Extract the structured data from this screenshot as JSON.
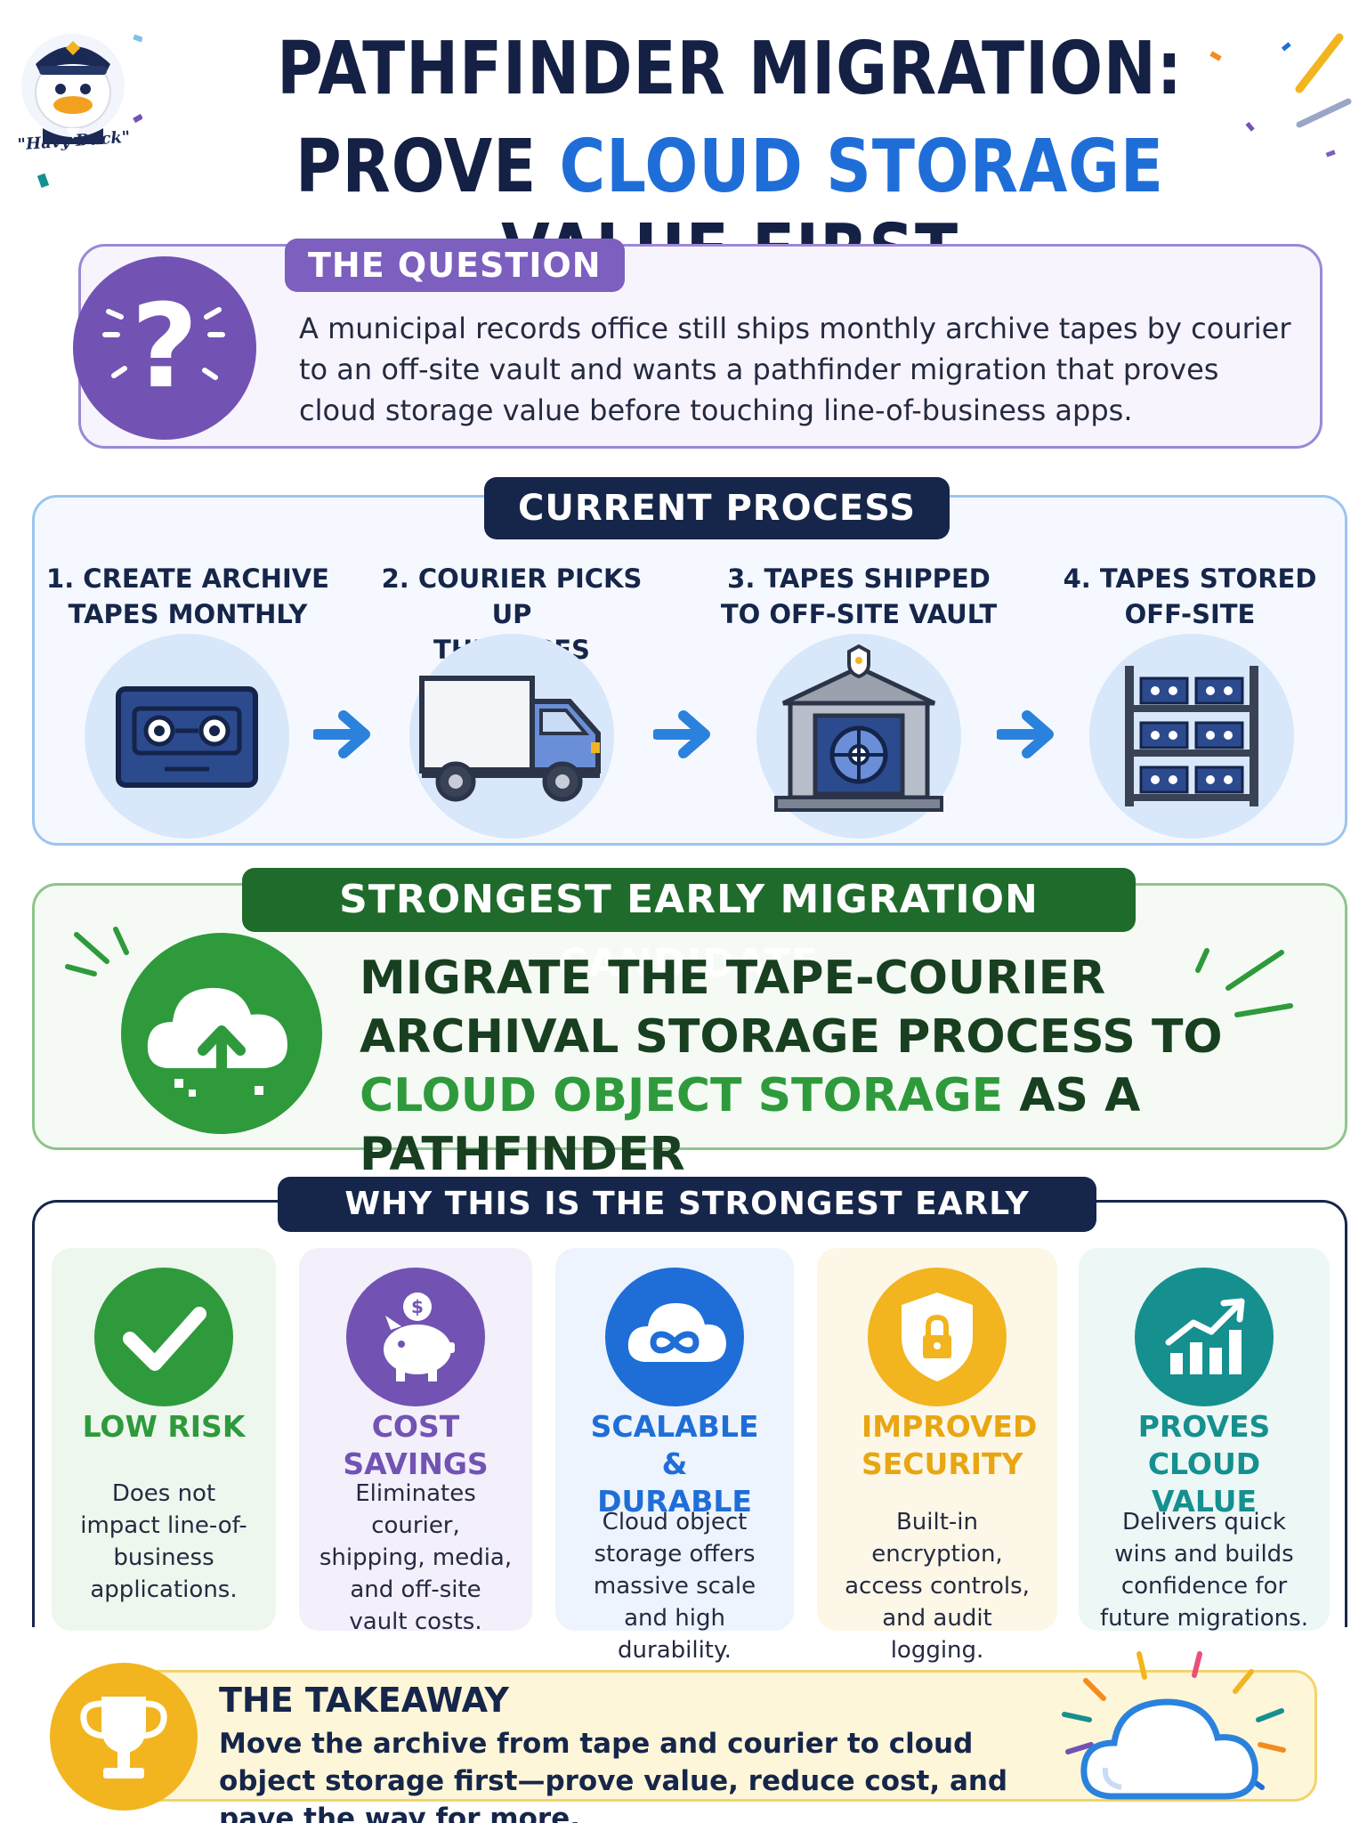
{
  "header": {
    "mascot_label": "\"Havy Duck\"",
    "title_line1": "PATHFINDER MIGRATION:",
    "title_line2_pre": "PROVE ",
    "title_line2_highlight": "CLOUD STORAGE",
    "title_line2_post": " VALUE FIRST"
  },
  "question": {
    "tag": "THE QUESTION",
    "icon": "question-mark-icon",
    "text": "A municipal records office still ships monthly archive tapes by courier to an off-site vault and wants a pathfinder migration that proves cloud storage value before touching line-of-business apps."
  },
  "process": {
    "tag": "CURRENT PROCESS",
    "steps": [
      {
        "line1": "1. CREATE ARCHIVE",
        "line2": "TAPES MONTHLY",
        "icon": "tape-cassette-icon"
      },
      {
        "line1": "2. COURIER PICKS UP",
        "line2": "THE TAPES",
        "icon": "courier-truck-icon"
      },
      {
        "line1": "3. TAPES SHIPPED",
        "line2": "TO OFF-SITE VAULT",
        "icon": "vault-icon"
      },
      {
        "line1": "4. TAPES STORED",
        "line2": "OFF-SITE",
        "icon": "tape-shelf-icon"
      }
    ]
  },
  "candidate": {
    "tag": "STRONGEST EARLY MIGRATION CANDIDATE",
    "icon": "cloud-upload-icon",
    "line1": "MIGRATE THE TAPE-COURIER",
    "line2": "ARCHIVAL STORAGE PROCESS TO",
    "line3_highlight": "CLOUD OBJECT STORAGE",
    "line3_post": " AS A PATHFINDER"
  },
  "why": {
    "tag": "WHY THIS IS THE STRONGEST EARLY CANDIDATE",
    "cards": [
      {
        "title": "LOW RISK",
        "body": "Does not impact line-of-business applications.",
        "icon": "checkmark-icon",
        "color": "#2e9a3c",
        "bg": "#eef7ee"
      },
      {
        "title": "COST SAVINGS",
        "body": "Eliminates courier, shipping, media, and off-site vault costs.",
        "icon": "piggy-bank-icon",
        "color": "#7253b3",
        "bg": "#f3effb"
      },
      {
        "title": "SCALABLE & DURABLE",
        "body": "Cloud object storage offers massive scale and high durability.",
        "icon": "cloud-infinity-icon",
        "color": "#1f6ed8",
        "bg": "#edf4fd"
      },
      {
        "title": "IMPROVED SECURITY",
        "body": "Built-in encryption, access controls, and audit logging.",
        "icon": "shield-lock-icon",
        "color": "#e8a612",
        "bg": "#fdf7e8"
      },
      {
        "title": "PROVES CLOUD VALUE",
        "body": "Delivers quick wins and builds confidence for future migrations.",
        "icon": "growth-chart-icon",
        "color": "#15908f",
        "bg": "#ecf7f6"
      }
    ]
  },
  "takeaway": {
    "title": "THE TAKEAWAY",
    "text": "Move the archive from tape and courier to cloud object storage first—prove value, reduce cost, and pave the way for more.",
    "icon": "trophy-icon"
  },
  "colors": {
    "navy": "#16264a",
    "blue_accent": "#1f6ed8",
    "purple": "#7253b3",
    "green": "#2e9a3c",
    "gold": "#f2b51f"
  }
}
